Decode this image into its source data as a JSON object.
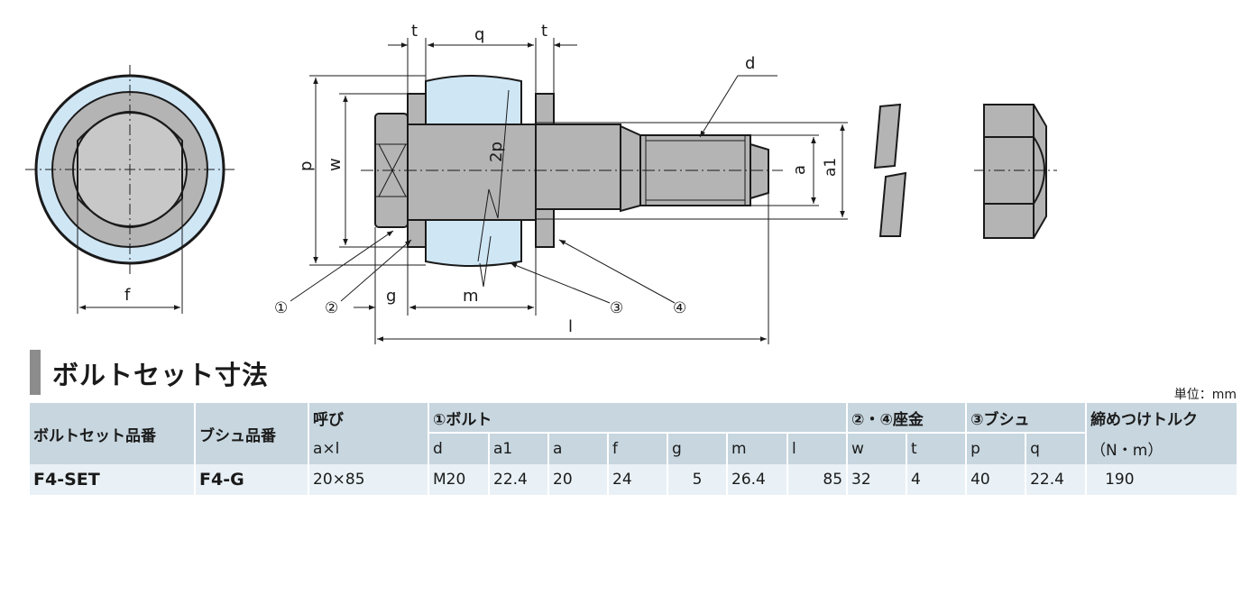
{
  "diagram": {
    "labels": {
      "t_left": "t",
      "q": "q",
      "t_right": "t",
      "d": "d",
      "p": "p",
      "w": "w",
      "two_p": "2p",
      "a": "a",
      "a1": "a1",
      "f": "f",
      "g": "g",
      "m": "m",
      "l": "l"
    },
    "callouts": [
      "①",
      "②",
      "③",
      "④"
    ],
    "colors": {
      "part_fill": "#b4b4b4",
      "bushing_fill": "#cfe6f5",
      "line": "#1a1a1a"
    }
  },
  "section": {
    "title": "ボルトセット寸法",
    "unit": "単位：mm"
  },
  "table": {
    "headers": {
      "bolt_set_no": "ボルトセット品番",
      "bushing_no": "ブシュ品番",
      "nominal": "呼び",
      "nominal_sub": "a×l",
      "bolt": "①ボルト",
      "washer": "②・④座金",
      "bushing": "③ブシュ",
      "torque": "締めつけトルク",
      "torque_unit": "（N・m）",
      "d": "d",
      "a1": "a1",
      "a": "a",
      "f": "f",
      "g": "g",
      "m": "m",
      "l": "l",
      "w": "w",
      "t": "t",
      "p": "p",
      "q": "q"
    },
    "row": {
      "bolt_set_no": "F4-SET",
      "bushing_no": "F4-G",
      "nominal": "20×85",
      "d": "M20",
      "a1": "22.4",
      "a": "20",
      "f": "24",
      "g": "5",
      "m": "26.4",
      "l": "85",
      "w": "32",
      "t": "4",
      "p": "40",
      "q": "22.4",
      "torque": "190"
    }
  }
}
